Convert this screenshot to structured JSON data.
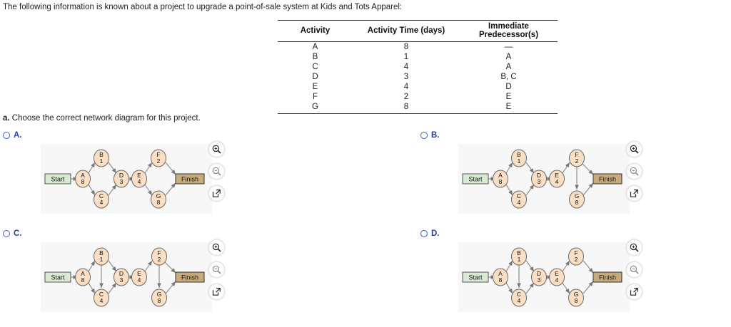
{
  "prompt": "The following information is known about a project to upgrade a point-of-sale system at Kids and Tots Apparel:",
  "copy_icon": "copy-window-icon",
  "table": {
    "headers": [
      "Activity",
      "Activity Time (days)",
      "Immediate Predecessor(s)"
    ],
    "rows": [
      [
        "A",
        "8",
        "—"
      ],
      [
        "B",
        "1",
        "A"
      ],
      [
        "C",
        "4",
        "A"
      ],
      [
        "D",
        "3",
        "B, C"
      ],
      [
        "E",
        "4",
        "D"
      ],
      [
        "F",
        "2",
        "E"
      ],
      [
        "G",
        "8",
        "E"
      ]
    ]
  },
  "question": {
    "number": "a.",
    "text": "Choose the correct network diagram for this project."
  },
  "nodes": {
    "start_label": "Start",
    "finish_label": "Finish",
    "A": {
      "id": "A",
      "dur": "8"
    },
    "B": {
      "id": "B",
      "dur": "1"
    },
    "C": {
      "id": "C",
      "dur": "4"
    },
    "D": {
      "id": "D",
      "dur": "3"
    },
    "E": {
      "id": "E",
      "dur": "4"
    },
    "F": {
      "id": "F",
      "dur": "2"
    },
    "G": {
      "id": "G",
      "dur": "8"
    }
  },
  "colors": {
    "node_fill": "#fadfc4",
    "node_stroke": "#6b6b6b",
    "start_fill": "#d9ead3",
    "finish_fill": "#c8ab7a",
    "canvas_bg": "#f7f7f7",
    "accent_blue": "#23409a",
    "arrow": "#777777"
  },
  "options": [
    {
      "letter": "A.",
      "name": "option-a",
      "edges": "Start->A, A->B, A->C, B->D, C->D, D->E, E->F, E->G, F->Finish, G->Finish"
    },
    {
      "letter": "B.",
      "name": "option-b",
      "edges": "Start->A, A->B, A->C, B->D, C->D, D->E, E->F, F->G, F->Finish, G->Finish"
    },
    {
      "letter": "C.",
      "name": "option-c",
      "edges": "Start->A, A->B, A->C, B->C, B->D, C->D, D->E, E->F, F->G, F->Finish, G->Finish"
    },
    {
      "letter": "D.",
      "name": "option-d",
      "edges": "Start->A, A->B, A->C, B->C, B->D, C->D, D->E, E->F, E->G, F->Finish, G->Finish"
    }
  ],
  "tools": [
    {
      "name": "zoom-in-icon",
      "title": "Zoom In"
    },
    {
      "name": "zoom-out-icon",
      "title": "Zoom Out"
    },
    {
      "name": "open-popup-icon",
      "title": "Open in new window"
    }
  ]
}
